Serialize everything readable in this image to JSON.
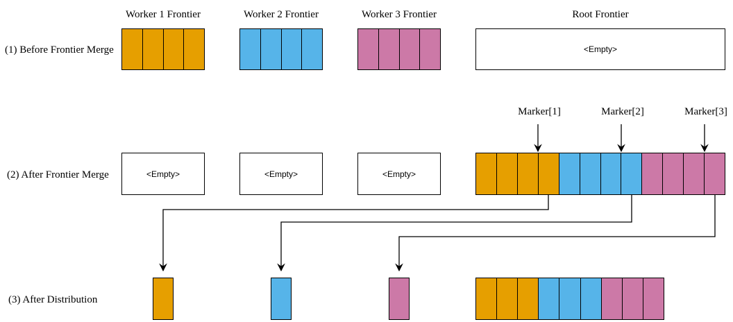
{
  "colors": {
    "orange": "#E69F00",
    "blue": "#56B4E9",
    "pink": "#CC79A7",
    "line": "#000000",
    "background": "#FFFFFF",
    "text": "#000000"
  },
  "titles": {
    "worker1": "Worker 1 Frontier",
    "worker2": "Worker 2 Frontier",
    "worker3": "Worker 3 Frontier",
    "root": "Root Frontier"
  },
  "rows": {
    "before_merge": {
      "label": "(1) Before Frontier Merge"
    },
    "after_merge": {
      "label": "(2) After Frontier Merge"
    },
    "after_distribution": {
      "label": "(3) After Distribution"
    }
  },
  "empty_label": "<Empty>",
  "markers": {
    "m1": "Marker[1]",
    "m2": "Marker[2]",
    "m3": "Marker[3]"
  },
  "structure": {
    "worker_frontier_cell_count": 4,
    "merged_root_frontier_segments": [
      {
        "worker": 1,
        "color": "orange",
        "cells": 4
      },
      {
        "worker": 2,
        "color": "blue",
        "cells": 4
      },
      {
        "worker": 3,
        "color": "pink",
        "cells": 4
      }
    ],
    "after_distribution_worker_cells": 1,
    "after_distribution_root_segments": [
      {
        "worker": 1,
        "color": "orange",
        "cells": 3
      },
      {
        "worker": 2,
        "color": "blue",
        "cells": 3
      },
      {
        "worker": 3,
        "color": "pink",
        "cells": 3
      }
    ]
  }
}
